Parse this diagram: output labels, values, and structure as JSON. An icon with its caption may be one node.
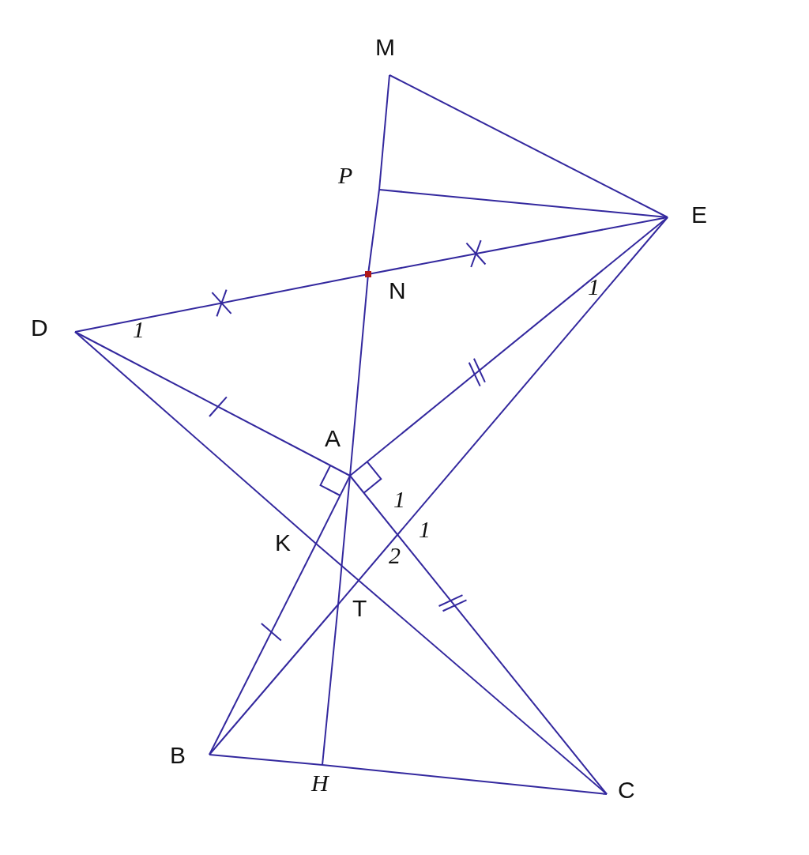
{
  "diagram": {
    "nodes": [
      {
        "text": [
          "M"
        ]
      },
      {
        "text": [
          "P"
        ]
      },
      {
        "text": [
          "E"
        ]
      },
      {
        "text": [
          "N"
        ]
      },
      {
        "text": [
          "D"
        ]
      },
      {
        "text": [
          "A"
        ]
      },
      {
        "text": [
          "K"
        ]
      },
      {
        "text": [
          "T"
        ]
      },
      {
        "text": [
          "B"
        ]
      },
      {
        "text": [
          "H"
        ]
      },
      {
        "text": [
          "C"
        ]
      }
    ],
    "edges": [
      {
        "from": 0,
        "to": 2,
        "arrow": "none"
      },
      {
        "from": 1,
        "to": 2,
        "arrow": "none"
      },
      {
        "from": 0,
        "to": 1,
        "arrow": "none"
      },
      {
        "from": 1,
        "to": 3,
        "arrow": "none"
      },
      {
        "from": 3,
        "to": 5,
        "arrow": "none"
      },
      {
        "from": 5,
        "to": 7,
        "arrow": "none"
      },
      {
        "from": 7,
        "to": 9,
        "arrow": "none"
      },
      {
        "from": 4,
        "to": 3,
        "arrow": "none"
      },
      {
        "from": 3,
        "to": 2,
        "arrow": "none"
      },
      {
        "from": 4,
        "to": 5,
        "arrow": "none"
      },
      {
        "from": 5,
        "to": 2,
        "arrow": "none"
      },
      {
        "from": 4,
        "to": 6,
        "arrow": "none"
      },
      {
        "from": 6,
        "to": 10,
        "arrow": "none"
      },
      {
        "from": 5,
        "to": 6,
        "arrow": "none"
      },
      {
        "from": 6,
        "to": 8,
        "arrow": "none"
      },
      {
        "from": 5,
        "to": 10,
        "arrow": "none"
      },
      {
        "from": 2,
        "to": 7,
        "arrow": "none"
      },
      {
        "from": 7,
        "to": 8,
        "arrow": "none"
      },
      {
        "from": 8,
        "to": 9,
        "arrow": "none"
      },
      {
        "from": 9,
        "to": 10,
        "arrow": "none"
      }
    ],
    "labels": [
      "1",
      "1",
      "1",
      "1",
      "2"
    ]
  }
}
